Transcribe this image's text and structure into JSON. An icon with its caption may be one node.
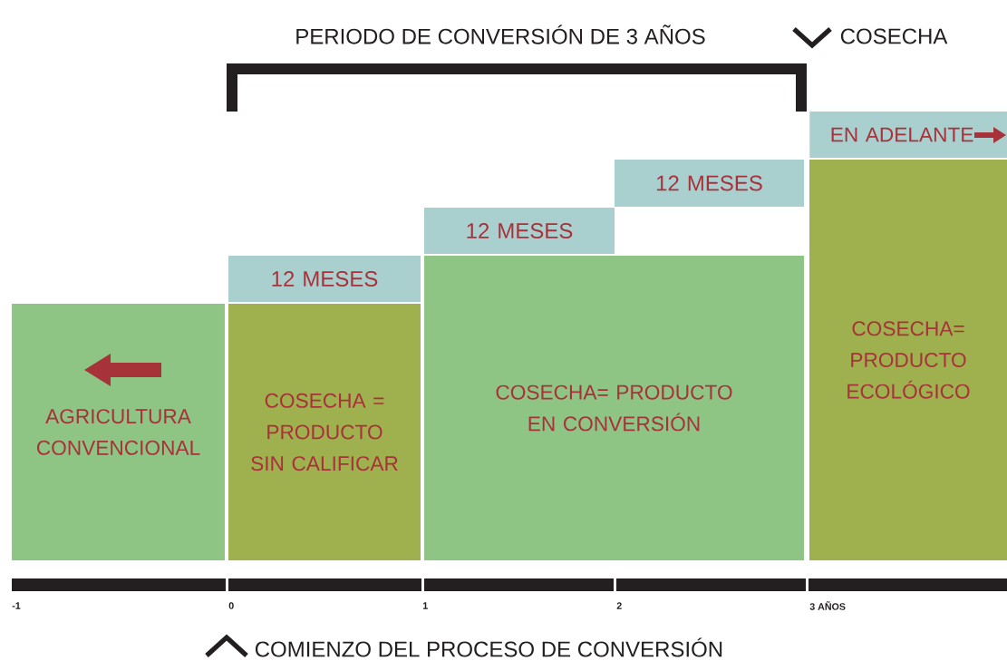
{
  "diagram": {
    "nodes": [
      {
        "text": [
          "AGRICULTURA CONVENCIONAL"
        ]
      },
      {
        "text": [
          "COSECHA = PRODUCTO SIN CALIFICAR"
        ]
      },
      {
        "text": [
          "12 MESES"
        ]
      },
      {
        "text": [
          "COSECHA= PRODUCTO EN CONVERSIÓN"
        ]
      },
      {
        "text": [
          "12 MESES"
        ]
      },
      {
        "text": [
          "12 MESES"
        ]
      },
      {
        "text": [
          "COSECHA= PRODUCTO ECOLÓGICO"
        ]
      },
      {
        "text": [
          "EN ADELANTE"
        ]
      }
    ],
    "labels": [
      "PERIODO DE CONVERSIÓN DE 3 AÑOS",
      "COSECHA",
      "-1",
      "0",
      "1",
      "2",
      "3 AÑOS",
      "COMIENZO DEL PROCESO DE CONVERSIÓN"
    ]
  }
}
